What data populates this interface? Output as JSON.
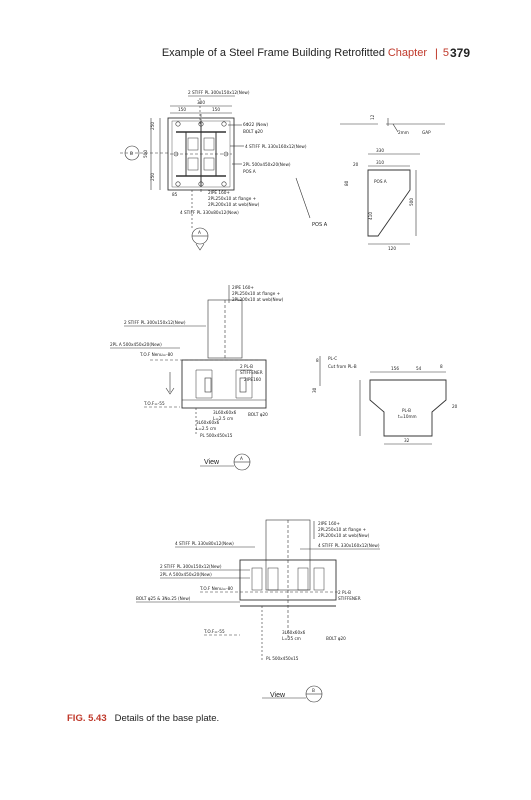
{
  "header": {
    "running_title": "Example of a Steel Frame Building Retrofitted",
    "chapter_label": "Chapter",
    "separator": "|",
    "chapter_number": "5",
    "page_number": "379"
  },
  "figure": {
    "label": "FIG. 5.43",
    "caption": "Details of the base plate."
  },
  "plan": {
    "stiff_top": "2 STIFF PL 300x150x12(New)",
    "dim_300": "300",
    "dim_150_l": "150",
    "dim_150_r": "150",
    "bolt_note1": "6Φ22 (New)",
    "bolt_note2": "BOLT φ20",
    "stiff_mid": "4 STIFF PL 330x160x12(New)",
    "dim_250_top": "250",
    "dim_500": "500",
    "dim_250_bot": "250",
    "callout_b": "B",
    "pl_note1": "2PL 500x450x20(New)",
    "pl_note2": "POS A",
    "col_1": "2IPE 160+",
    "col_2": "2PL250x10 at flange +",
    "col_3": "2PL200x10 at web(New)",
    "dim_85": "85",
    "stiff_bot": "4 STIFF PL 330x80x12(New)",
    "callout_a": "A"
  },
  "posa": {
    "dim_12": "12",
    "gap_2mm": "2mm",
    "gap": "GAP",
    "dim_330": "330",
    "dim_20": "20",
    "dim_310": "310",
    "dim_80": "80",
    "label": "POS A",
    "dim_410": "410",
    "dim_500": "500",
    "dim_120": "120",
    "label_bottom": "POS A"
  },
  "elevA": {
    "col_1": "2IPE 160+",
    "col_2": "2PL250x10 at flange +",
    "col_3": "2PL200x10 at web(New)",
    "stiff": "2 STIFF PL 300x150x12(New)",
    "pl": "2PL A 500x450x20(New)",
    "tof": "T.O.F Nenu=-80",
    "pl_b": "2 PL-B",
    "stiffener": "STIFFENER",
    "ipe": "2IPE160",
    "tof2": "T.O.F=-55",
    "bolt": "BOLT φ20",
    "weld1": "3L60x60x6",
    "weld2": "L=2.5 cm",
    "weld3": "3L60x60x6",
    "weld4": "L=2.5 cm",
    "base": "PL 500x450x15",
    "view": "View",
    "view_callout": "A"
  },
  "plc": {
    "pl_c": "PL-C",
    "cut": "Cut from PL-B",
    "dim_8": "8",
    "dim_30": "30",
    "dim_156": "156",
    "dim_54": "54",
    "dim_8b": "8",
    "dim_20": "20",
    "pl_b": "PL-B",
    "pl_b_sub": "t=10mm",
    "dim_32": "32"
  },
  "elevB": {
    "col_1": "2IPE 160+",
    "col_2": "2PL250x10 at flange +",
    "col_3": "2PL200x10 at web(New)",
    "stiff_l": "4 STIFF PL 330x80x12(New)",
    "stiff_r": "4 STIFF PL 330x160x12(New)",
    "stiff2": "2 STIFF PL 300x150x12(New)",
    "pl": "2PL A 500x450x20(New)",
    "tof": "T.O.F Nenu=-80",
    "bolt_l": "BOLT φ25 & 3No.25 (New)",
    "pl_b": "2 PL-B",
    "stiffener": "STIFFENER",
    "tof2": "T.O.F=-55",
    "weld1": "3L60x60x6",
    "weld2": "L=25 cm",
    "bolt_r": "BOLT φ20",
    "base": "PL 500x450x15",
    "view": "View",
    "view_callout": "B"
  }
}
